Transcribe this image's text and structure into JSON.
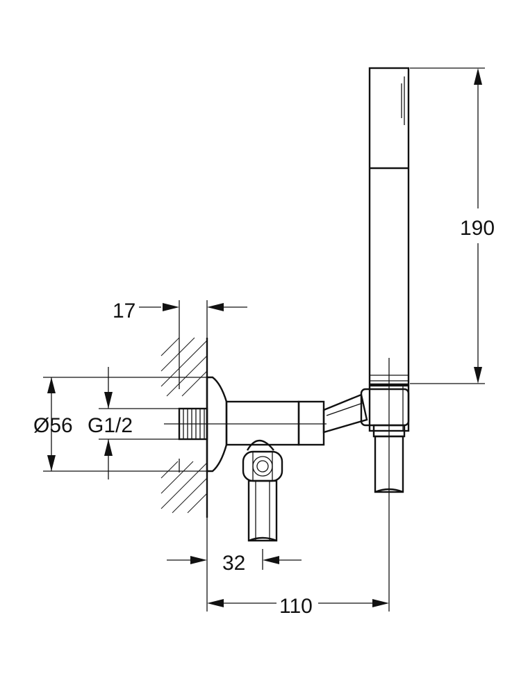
{
  "dimensions": {
    "wall_thickness": "17",
    "diameter": "Ø56",
    "thread": "G1/2",
    "outlet_offset": "32",
    "projection": "110",
    "height": "190"
  },
  "colors": {
    "line": "#111111",
    "background": "#ffffff"
  }
}
